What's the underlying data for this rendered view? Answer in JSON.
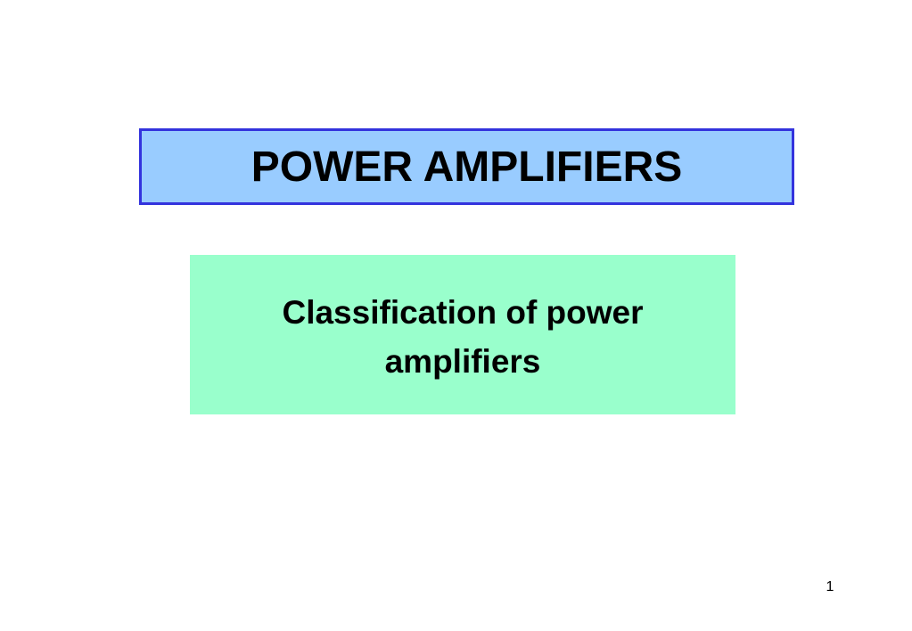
{
  "slide": {
    "title": "POWER AMPLIFIERS",
    "subtitle": "Classification of power amplifiers",
    "page_number": "1"
  },
  "colors": {
    "title_box_fill": "#99ccff",
    "title_box_border": "#3333dd",
    "subtitle_box_fill": "#99ffcc",
    "text": "#000000",
    "background": "#ffffff"
  }
}
